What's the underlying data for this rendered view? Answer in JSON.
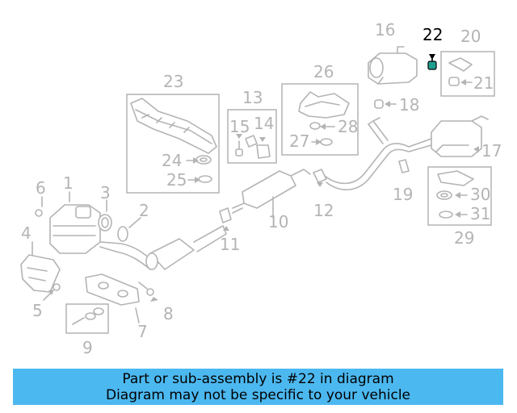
{
  "diagram": {
    "highlighted_part": "22",
    "highlight_color": "#1e9e8e",
    "labels": {
      "p1": "1",
      "p2": "2",
      "p3": "3",
      "p4": "4",
      "p5": "5",
      "p6": "6",
      "p7": "7",
      "p8": "8",
      "p9": "9",
      "p10": "10",
      "p11": "11",
      "p12": "12",
      "p13": "13",
      "p14": "14",
      "p15": "15",
      "p16": "16",
      "p17": "17",
      "p18": "18",
      "p19": "19",
      "p20": "20",
      "p21": "21",
      "p22": "22",
      "p23": "23",
      "p24": "24",
      "p25": "25",
      "p26": "26",
      "p27": "27",
      "p28": "28",
      "p29": "29",
      "p30": "30",
      "p31": "31"
    }
  },
  "banner": {
    "line1": "Part or sub-assembly is #22 in diagram",
    "line2": "Diagram may not be specific to your vehicle",
    "background": "#4cb8f0"
  }
}
